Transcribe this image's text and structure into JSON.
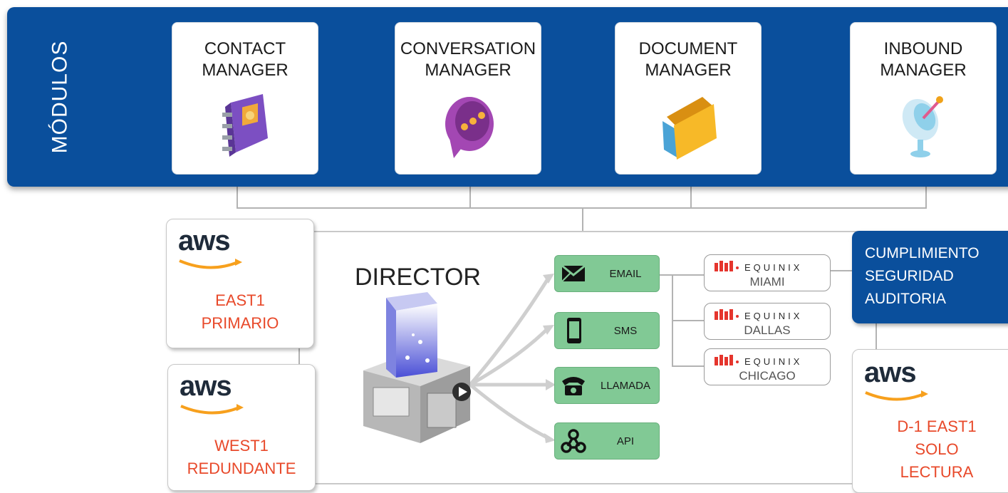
{
  "modules": {
    "title": "MÓDULOS",
    "items": [
      {
        "line1": "CONTACT",
        "line2": "MANAGER",
        "icon": "address-book-icon"
      },
      {
        "line1": "CONVERSATION",
        "line2": "MANAGER",
        "icon": "chat-bubble-icon"
      },
      {
        "line1": "DOCUMENT",
        "line2": "MANAGER",
        "icon": "folder-icon"
      },
      {
        "line1": "INBOUND",
        "line2": "MANAGER",
        "icon": "satellite-dish-icon"
      }
    ]
  },
  "regions": {
    "east": {
      "logo": "aws",
      "line1": "EAST1",
      "line2": "PRIMARIO"
    },
    "west": {
      "logo": "aws",
      "line1": "WEST1",
      "line2": "REDUNDANTE"
    },
    "dr": {
      "logo": "aws",
      "line1": "D-1 EAST1",
      "line2": "SOLO",
      "line3": "LECTURA"
    }
  },
  "director": {
    "title": "DIRECTOR"
  },
  "channels": [
    {
      "label": "EMAIL",
      "icon": "envelope-icon"
    },
    {
      "label": "SMS",
      "icon": "phone-icon"
    },
    {
      "label": "LLAMADA",
      "icon": "telephone-icon"
    },
    {
      "label": "API",
      "icon": "webhook-icon"
    }
  ],
  "datacenters": [
    {
      "brand": "EQUINIX",
      "city": "MIAMI"
    },
    {
      "brand": "EQUINIX",
      "city": "DALLAS"
    },
    {
      "brand": "EQUINIX",
      "city": "CHICAGO"
    }
  ],
  "compliance": {
    "line1": "CUMPLIMIENTO",
    "line2": "SEGURIDAD",
    "line3": "AUDITORIA"
  },
  "colors": {
    "banner": "#0a4f9c",
    "region_text": "#e8492a",
    "channel": "#81c995",
    "aws_smile": "#f7a01d",
    "equinix": "#e5352d"
  }
}
